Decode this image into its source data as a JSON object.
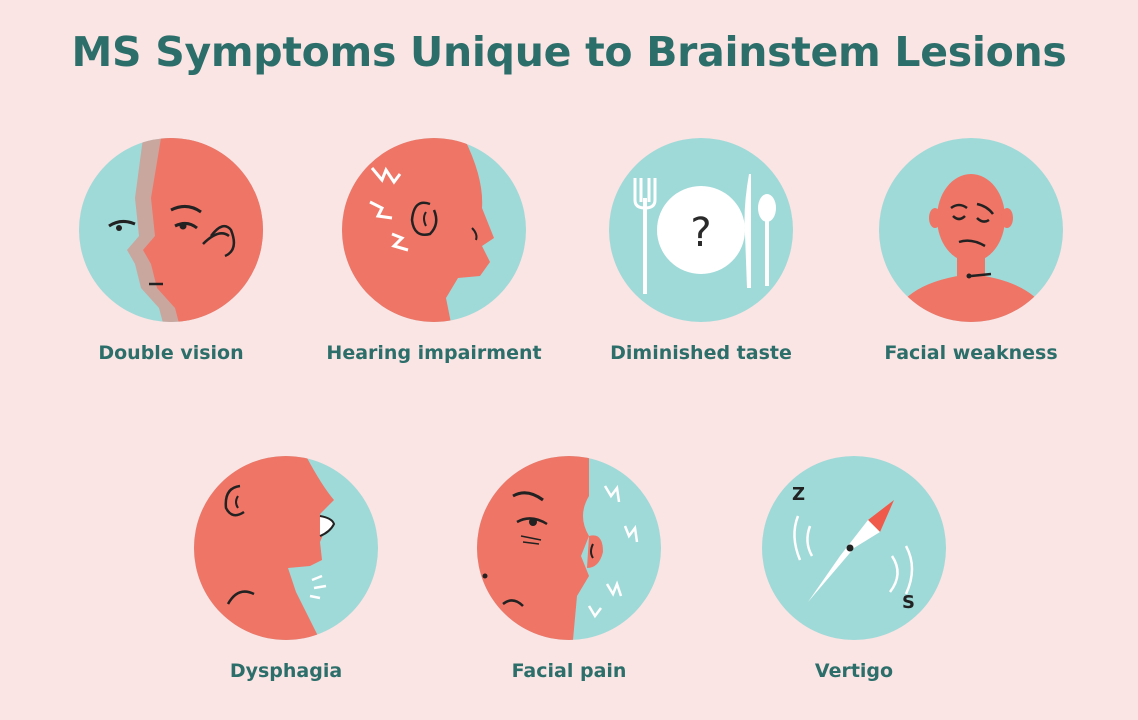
{
  "title": "MS Symptoms Unique to Brainstem Lesions",
  "colors": {
    "background": "#fbe4e4",
    "heading": "#2b6e6a",
    "circle": "#9fdad8",
    "skin": "#ef7566",
    "accent": "#f05a4a"
  },
  "symptoms": [
    {
      "label": "Double vision",
      "icon": "double-vision-icon"
    },
    {
      "label": "Hearing impairment",
      "icon": "hearing-impairment-icon"
    },
    {
      "label": "Diminished taste",
      "icon": "diminished-taste-icon"
    },
    {
      "label": "Facial weakness",
      "icon": "facial-weakness-icon"
    },
    {
      "label": "Dysphagia",
      "icon": "dysphagia-icon"
    },
    {
      "label": "Facial pain",
      "icon": "facial-pain-icon"
    },
    {
      "label": "Vertigo",
      "icon": "vertigo-icon"
    }
  ],
  "vertigo_marks": {
    "z": "Z",
    "s": "S"
  },
  "taste_mark": "?"
}
